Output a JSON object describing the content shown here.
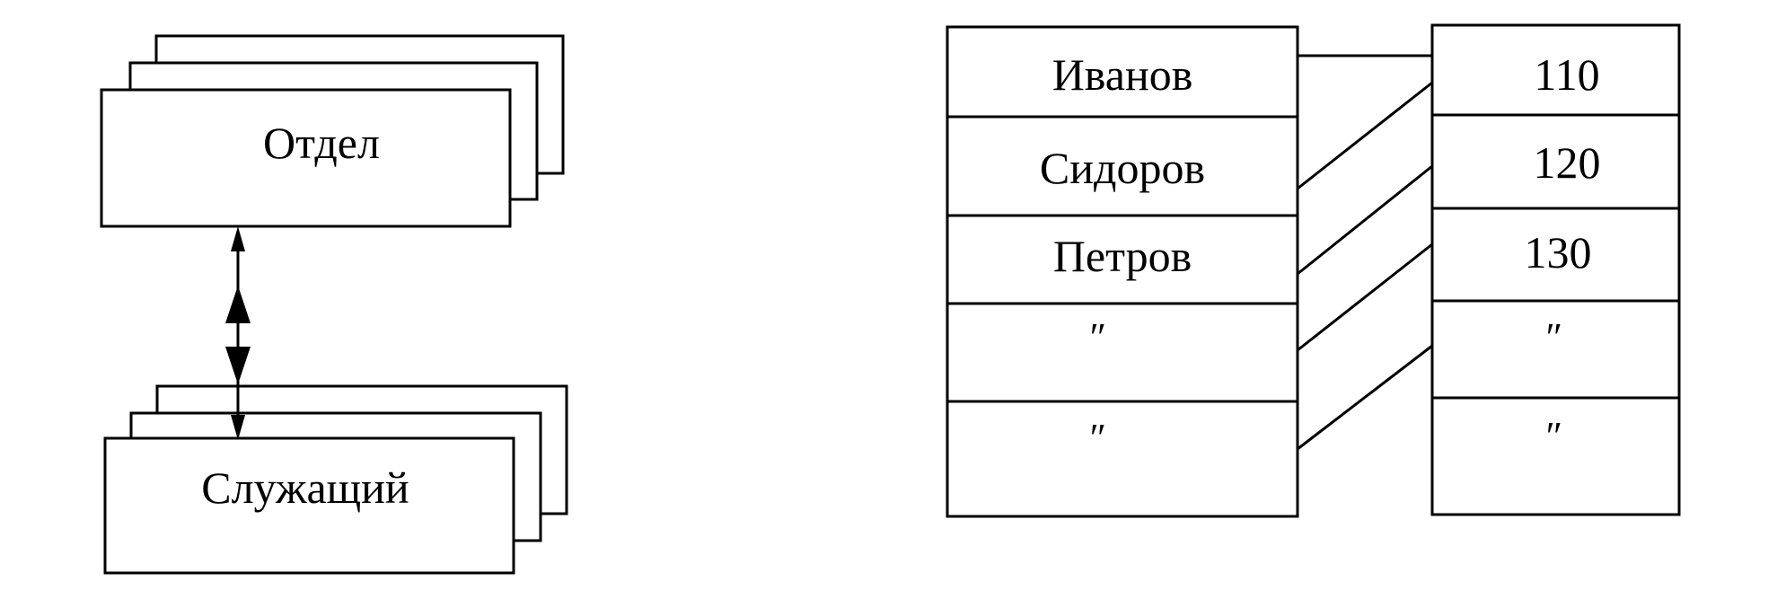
{
  "left_diagram": {
    "top_entity": "Отдел",
    "bottom_entity": "Служащий"
  },
  "right_diagram": {
    "names": [
      "Иванов",
      "Сидоров",
      "Петров",
      "″",
      "″"
    ],
    "codes": [
      "110",
      "120",
      "130",
      "″",
      "″"
    ]
  },
  "colors": {
    "ink": "#000000",
    "paper": "#ffffff"
  }
}
